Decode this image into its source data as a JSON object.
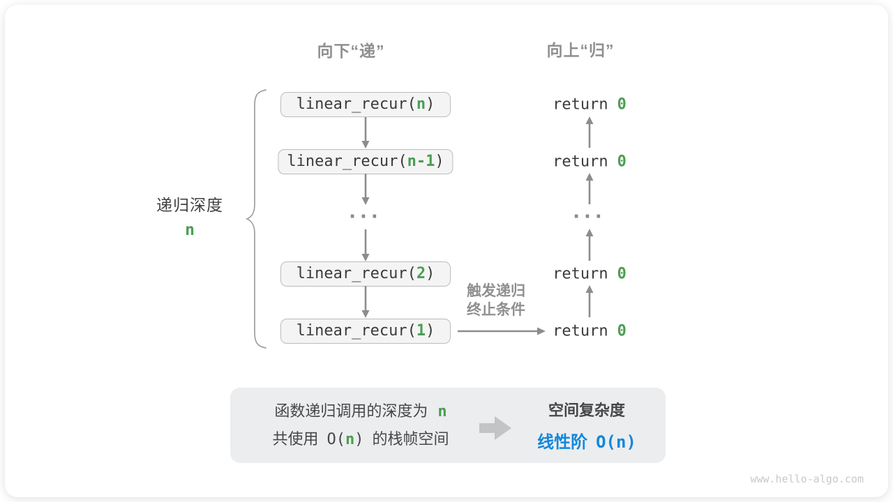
{
  "headers": {
    "down": "向下“递”",
    "up": "向上“归”"
  },
  "depth": {
    "label": "递归深度",
    "value": "n"
  },
  "calls": {
    "prefix": "linear_recur(",
    "suffix": ")",
    "args": [
      "n",
      "n-1",
      "2",
      "1"
    ]
  },
  "returns": {
    "keyword": "return",
    "value": "0"
  },
  "ellipsis": "···",
  "trigger": {
    "line1": "触发递归",
    "line2": "终止条件"
  },
  "summary": {
    "line1_text": "函数递归调用的深度为",
    "line1_value": "n",
    "line2_pre": "共使用",
    "line2_o": "O(",
    "line2_n": "n",
    "line2_close": ")",
    "line2_post": "的栈帧空间",
    "right_title": "空间复杂度",
    "result_label": "线性阶",
    "result_o": "O(",
    "result_n": "n",
    "result_close": ")"
  },
  "watermark": "www.hello-algo.com",
  "colors": {
    "green": "#4b9e52",
    "blue": "#1287dc",
    "gray": "#8f8f8f"
  }
}
